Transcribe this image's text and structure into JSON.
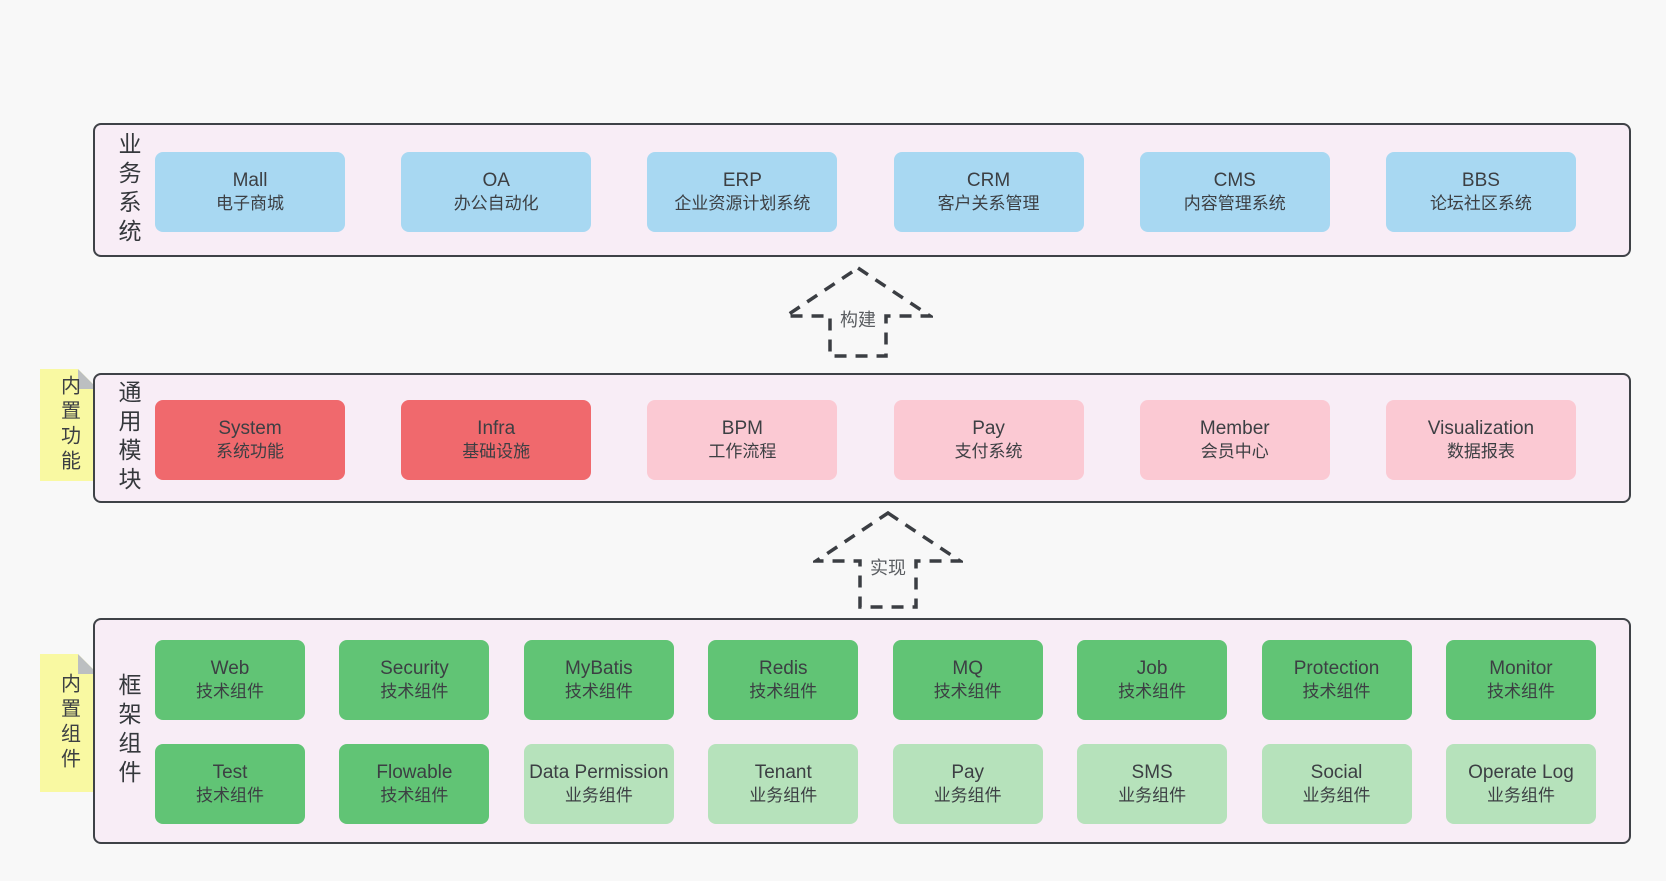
{
  "colors": {
    "page_background": "#f8f8f8",
    "band_background": "#f8edf6",
    "band_border": "#3f4247",
    "business_box": "#a8d8f2",
    "core_module_box": "#f0696d",
    "optional_module_box": "#fbc9d3",
    "tech_component_box": "#61c475",
    "biz_component_box": "#b6e2bb",
    "sticky_note": "#f9f9a2"
  },
  "arrows": [
    {
      "label": "构建"
    },
    {
      "label": "实现"
    }
  ],
  "bands": [
    {
      "label": "业务系统",
      "boxes": [
        {
          "title": "Mall",
          "subtitle": "电子商城",
          "type": "blue"
        },
        {
          "title": "OA",
          "subtitle": "办公自动化",
          "type": "blue"
        },
        {
          "title": "ERP",
          "subtitle": "企业资源计划系统",
          "type": "blue"
        },
        {
          "title": "CRM",
          "subtitle": "客户关系管理",
          "type": "blue"
        },
        {
          "title": "CMS",
          "subtitle": "内容管理系统",
          "type": "blue"
        },
        {
          "title": "BBS",
          "subtitle": "论坛社区系统",
          "type": "blue"
        }
      ]
    },
    {
      "label": "通用模块",
      "sticky": "内置功能",
      "boxes": [
        {
          "title": "System",
          "subtitle": "系统功能",
          "type": "red"
        },
        {
          "title": "Infra",
          "subtitle": "基础设施",
          "type": "red"
        },
        {
          "title": "BPM",
          "subtitle": "工作流程",
          "type": "pink"
        },
        {
          "title": "Pay",
          "subtitle": "支付系统",
          "type": "pink"
        },
        {
          "title": "Member",
          "subtitle": "会员中心",
          "type": "pink"
        },
        {
          "title": "Visualization",
          "subtitle": "数据报表",
          "type": "pink"
        }
      ]
    },
    {
      "label": "框架组件",
      "sticky": "内置组件",
      "rows": [
        [
          {
            "title": "Web",
            "subtitle": "技术组件",
            "type": "green"
          },
          {
            "title": "Security",
            "subtitle": "技术组件",
            "type": "green"
          },
          {
            "title": "MyBatis",
            "subtitle": "技术组件",
            "type": "green"
          },
          {
            "title": "Redis",
            "subtitle": "技术组件",
            "type": "green"
          },
          {
            "title": "MQ",
            "subtitle": "技术组件",
            "type": "green"
          },
          {
            "title": "Job",
            "subtitle": "技术组件",
            "type": "green"
          },
          {
            "title": "Protection",
            "subtitle": "技术组件",
            "type": "green"
          },
          {
            "title": "Monitor",
            "subtitle": "技术组件",
            "type": "green"
          }
        ],
        [
          {
            "title": "Test",
            "subtitle": "技术组件",
            "type": "green"
          },
          {
            "title": "Flowable",
            "subtitle": "技术组件",
            "type": "green"
          },
          {
            "title": "Data Permission",
            "subtitle": "业务组件",
            "type": "lightgreen"
          },
          {
            "title": "Tenant",
            "subtitle": "业务组件",
            "type": "lightgreen"
          },
          {
            "title": "Pay",
            "subtitle": "业务组件",
            "type": "lightgreen"
          },
          {
            "title": "SMS",
            "subtitle": "业务组件",
            "type": "lightgreen"
          },
          {
            "title": "Social",
            "subtitle": "业务组件",
            "type": "lightgreen"
          },
          {
            "title": "Operate Log",
            "subtitle": "业务组件",
            "type": "lightgreen"
          }
        ]
      ]
    }
  ]
}
